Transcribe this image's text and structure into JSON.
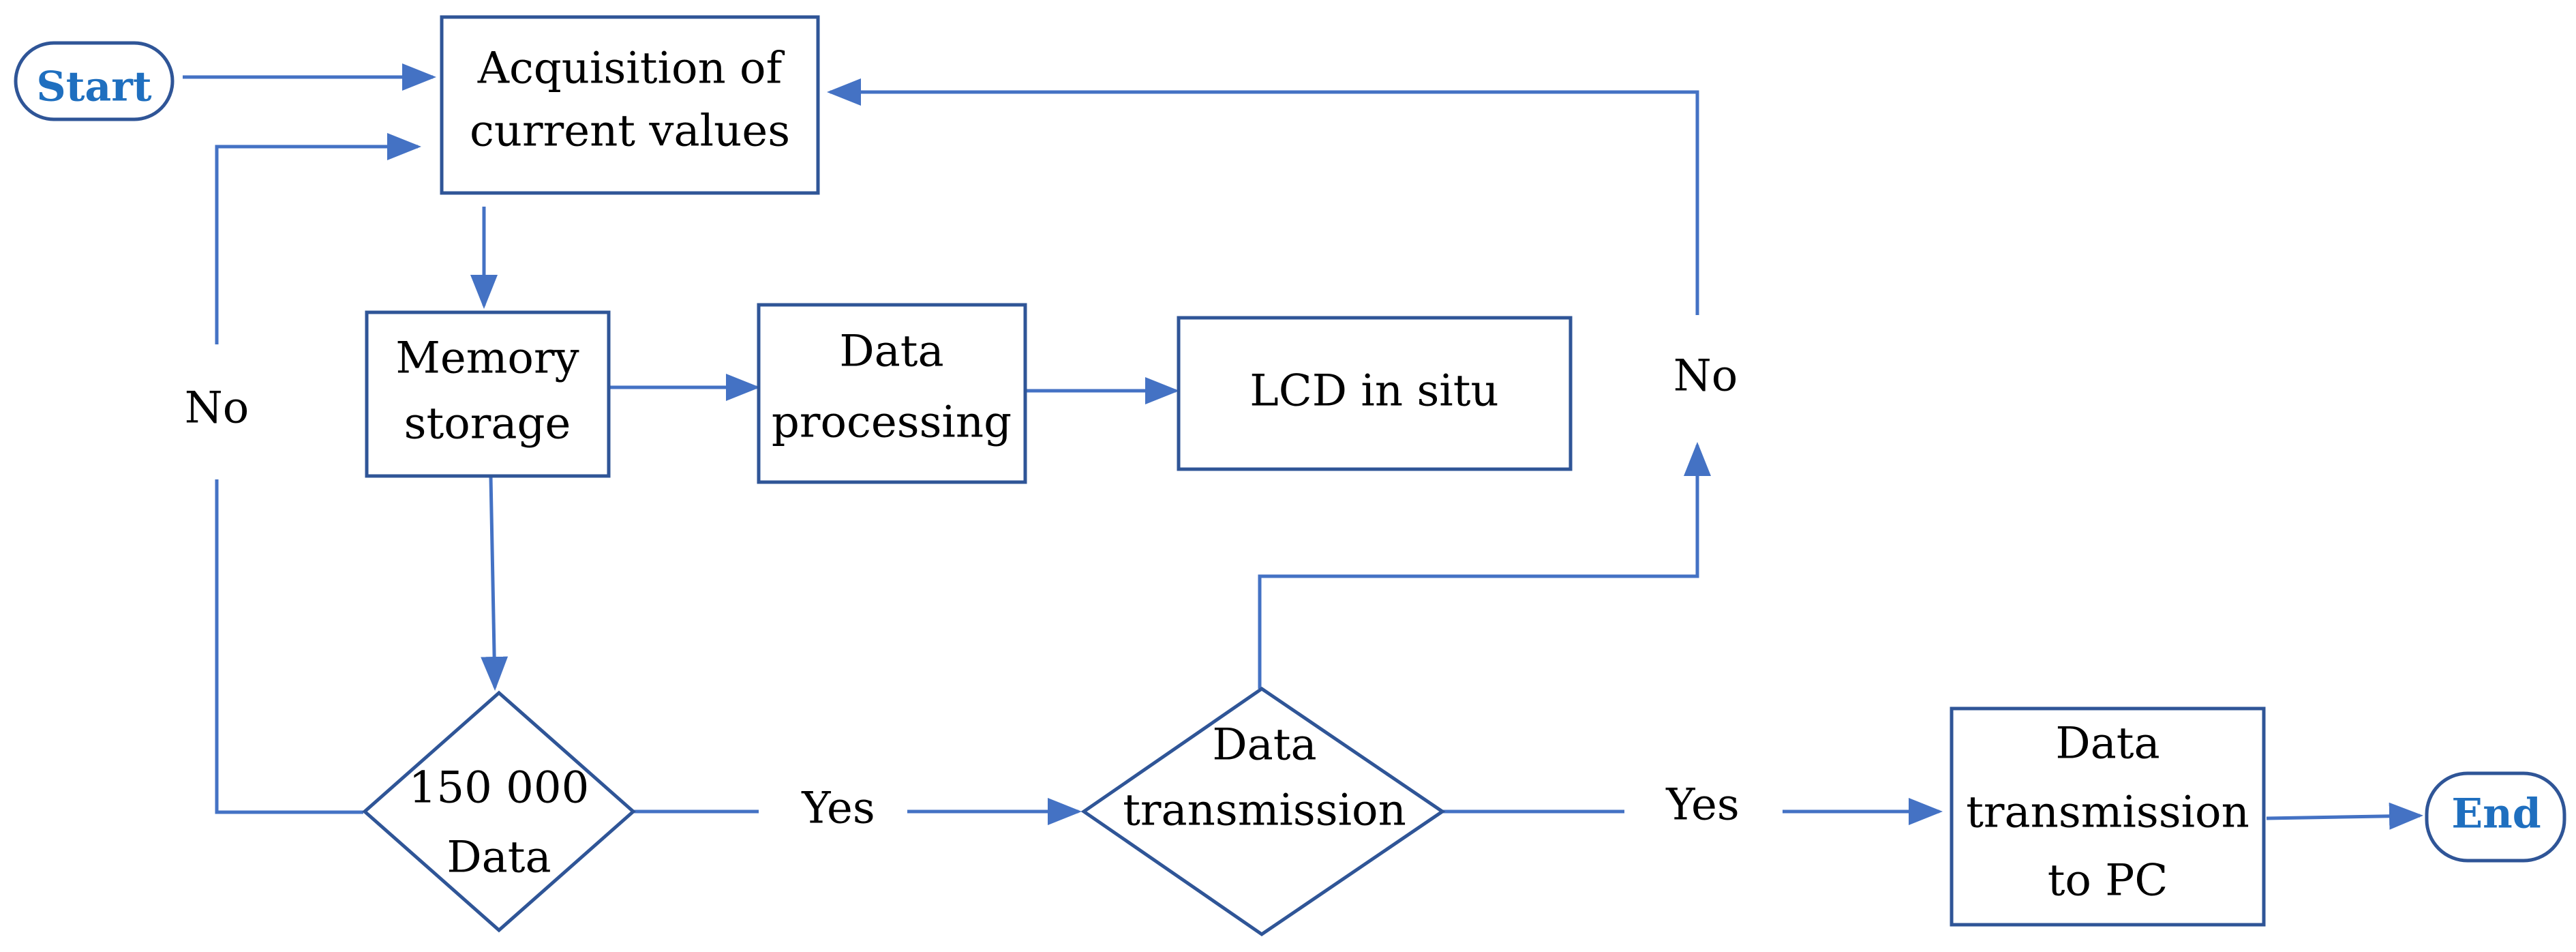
{
  "colors": {
    "node_stroke": "#2f5597",
    "connector": "#4472c4",
    "terminal_text": "#1f6fbf",
    "text": "#000000"
  },
  "nodes": {
    "start": "Start",
    "acquisition": [
      "Acquisition of",
      "current values"
    ],
    "memory": [
      "Memory",
      "storage"
    ],
    "processing": [
      "Data",
      "processing"
    ],
    "lcd": "LCD in situ",
    "decision_data": [
      "150 000",
      "Data"
    ],
    "decision_transmission": [
      "Data",
      "transmission"
    ],
    "transmission_pc": [
      "Data",
      "transmission",
      "to PC"
    ],
    "end": "End"
  },
  "edge_labels": {
    "no_left": "No",
    "no_right": "No",
    "yes_first": "Yes",
    "yes_second": "Yes"
  }
}
